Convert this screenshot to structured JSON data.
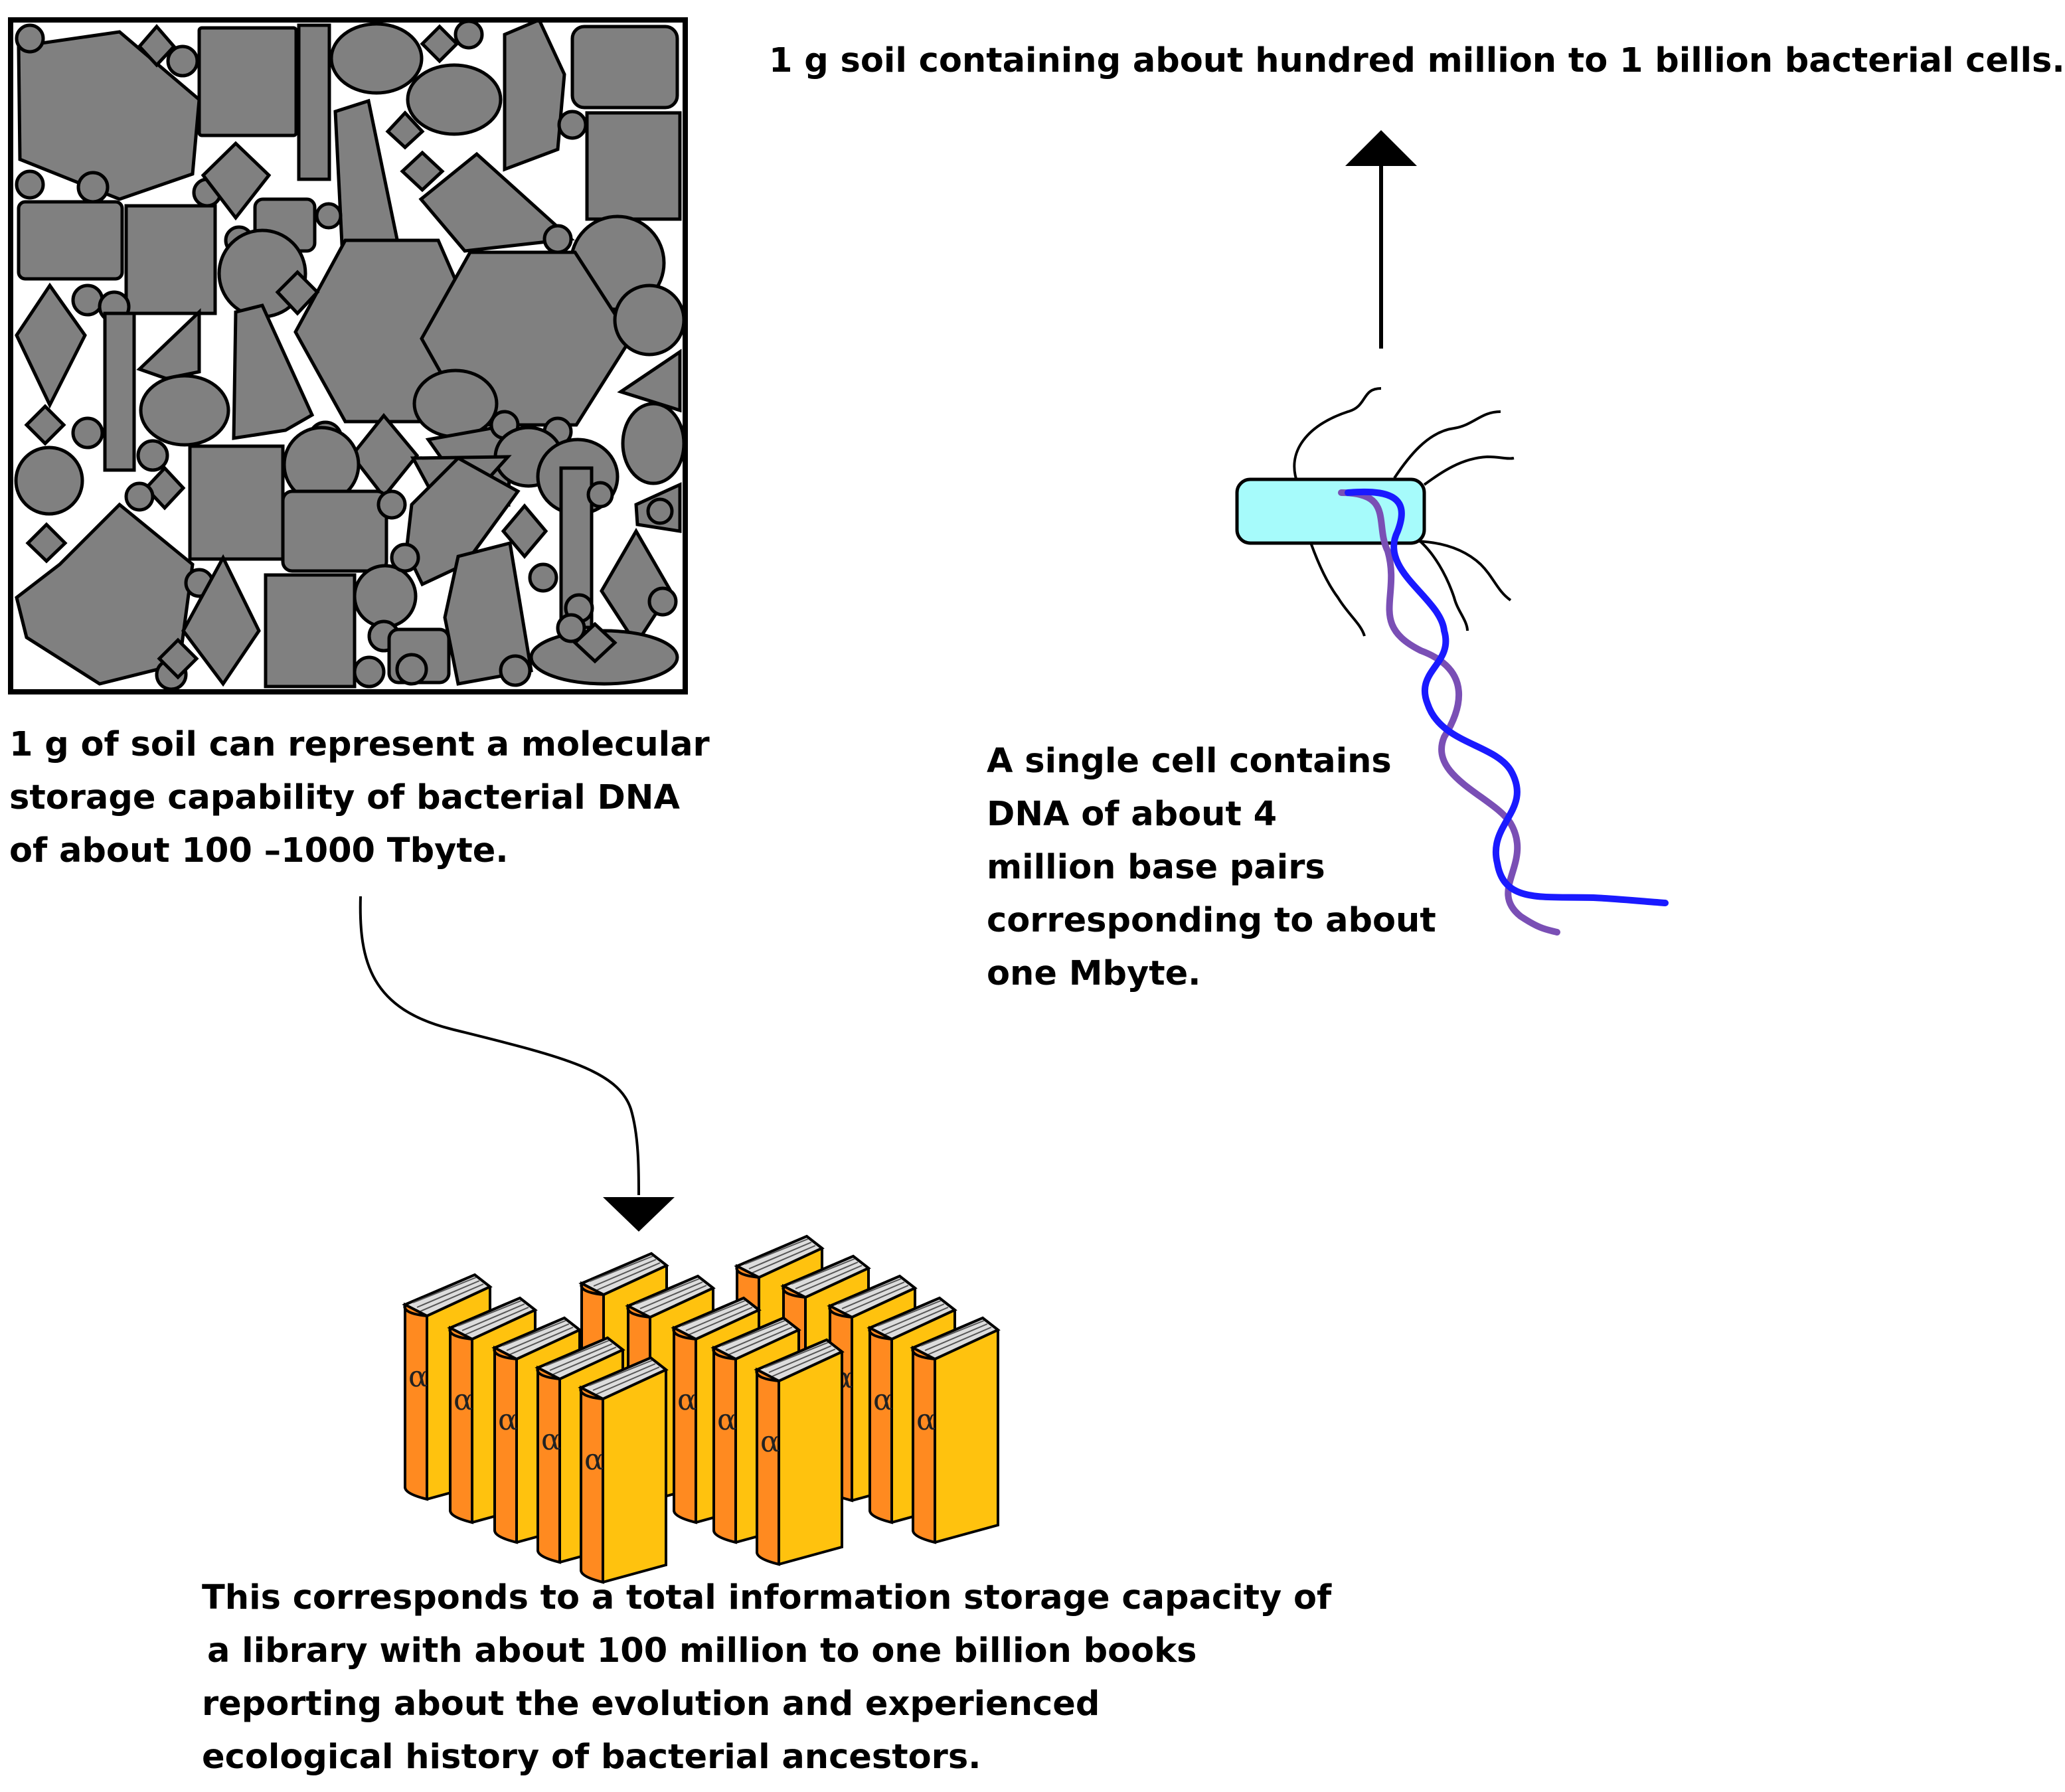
{
  "labels": {
    "top_right": "1 g soil containing about hundred million to 1 billion bacterial cells.",
    "soil_caption": [
      "1 g of soil can represent a molecular",
      "storage capability of bacterial DNA",
      "of about 100 –1000 Tbyte."
    ],
    "cell_caption": [
      "A single cell contains",
      "DNA of about 4",
      "million base pairs",
      "corresponding to about",
      "one Mbyte."
    ],
    "library_caption": [
      "This corresponds to a total information storage capacity of",
      "a library with about 100 million to one billion books",
      "reporting about the evolution and experienced",
      "ecological history of bacterial ancestors."
    ],
    "book_symbol": "α"
  },
  "colors": {
    "soil_particle": "#808080",
    "cell_fill": "#a6fbfb",
    "dna_strand_a": "#1a1aff",
    "dna_strand_b": "#7a4fb5",
    "book_cover": "#ff8a20",
    "book_spine": "#ffc20e",
    "book_pages": "#dddddd"
  }
}
